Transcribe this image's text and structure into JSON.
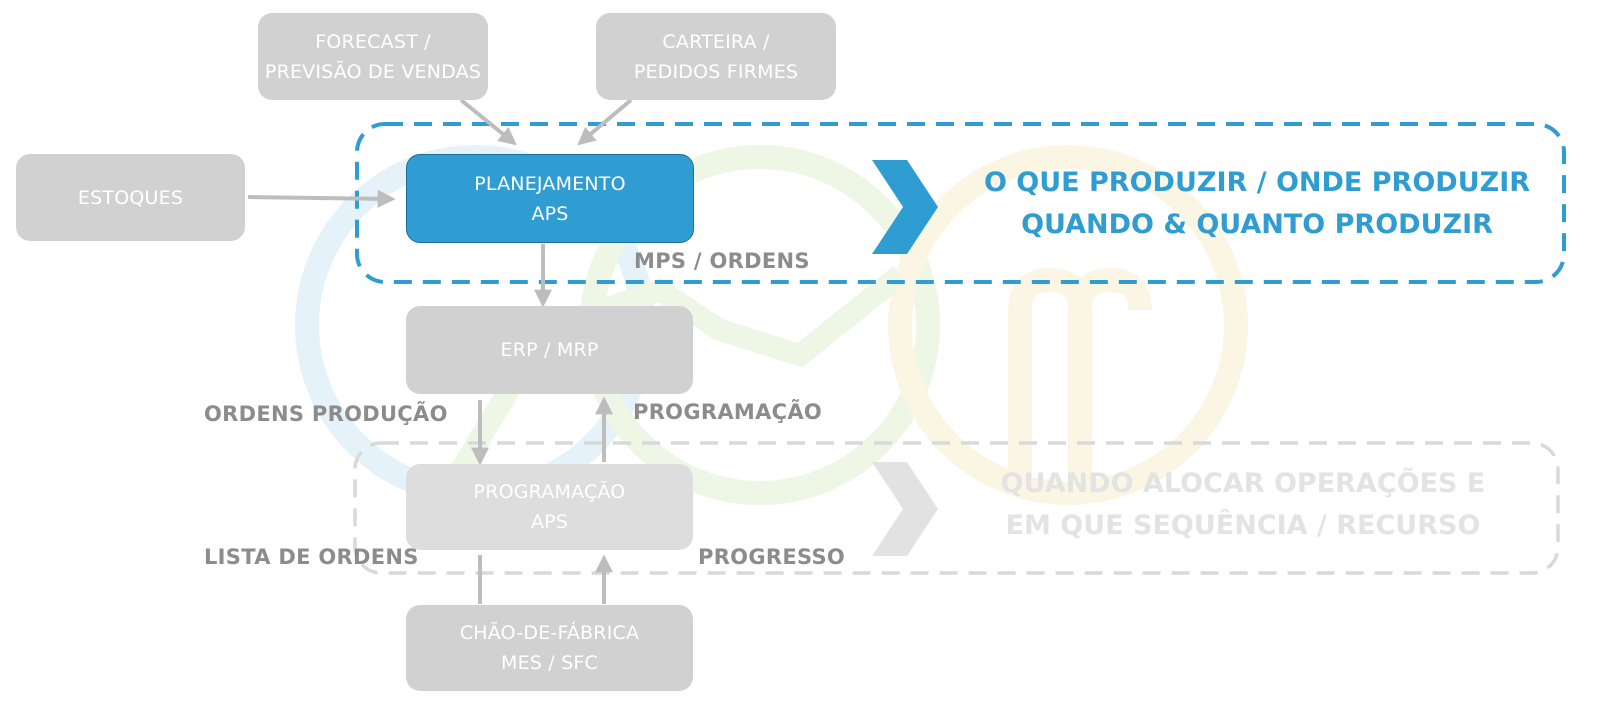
{
  "colors": {
    "accent": "#2f9dd1",
    "box_gray": "#d2d1d1",
    "box_light_gray": "#dedddd",
    "label_gray": "#8c8c8c",
    "arrow_gray": "#bdbdbd",
    "watermark_blue": "#e6f2fa",
    "watermark_green": "#eef6e6",
    "watermark_yellow": "#fbf6e4"
  },
  "boxes": {
    "forecast": {
      "line1": "FORECAST /",
      "line2": "PREVISÃO DE VENDAS"
    },
    "carteira": {
      "line1": "CARTEIRA /",
      "line2": "PEDIDOS FIRMES"
    },
    "estoques": {
      "line1": "ESTOQUES"
    },
    "planejamento": {
      "line1": "PLANEJAMENTO",
      "line2": "APS"
    },
    "erp": {
      "line1": "ERP / MRP"
    },
    "programacao": {
      "line1": "PROGRAMAÇÃO",
      "line2": "APS"
    },
    "chao": {
      "line1": "CHÃO-DE-FÁBRICA",
      "line2": "MES / SFC"
    }
  },
  "labels": {
    "mps_ordens": "MPS / ORDENS",
    "ordens_producao": "ORDENS PRODUÇÃO",
    "programacao": "PROGRAMAÇÃO",
    "lista_de_ordens": "LISTA DE ORDENS",
    "progresso": "PROGRESSO"
  },
  "statements": {
    "planning": {
      "line1": "O QUE PRODUZIR / ONDE PRODUZIR",
      "line2": "QUANDO & QUANTO PRODUZIR"
    },
    "scheduling": {
      "line1": "QUANDO ALOCAR OPERAÇÕES E",
      "line2": "EM QUE SEQUÊNCIA / RECURSO"
    }
  },
  "icons": [
    "chevron-right-icon",
    "watermark-logo-icon"
  ]
}
